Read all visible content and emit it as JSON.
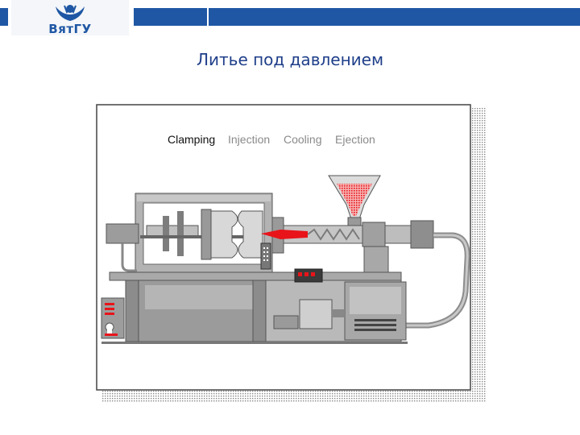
{
  "header": {
    "logo_text": "ВятГУ",
    "title": "Литье под давлением",
    "brand_color": "#1f57a4"
  },
  "diagram": {
    "steps": [
      {
        "label": "Clamping",
        "active": true
      },
      {
        "label": "Injection",
        "active": false
      },
      {
        "label": "Cooling",
        "active": false
      },
      {
        "label": "Ejection",
        "active": false
      }
    ],
    "icons": [
      "injection-molding-machine",
      "hopper",
      "screw",
      "mold",
      "motor",
      "control-panel"
    ],
    "colors": {
      "melt": "#e8141a",
      "machine": "#999999",
      "frame": "#555555",
      "active_step": "#111111",
      "inactive_step": "#8a8a8a"
    }
  }
}
